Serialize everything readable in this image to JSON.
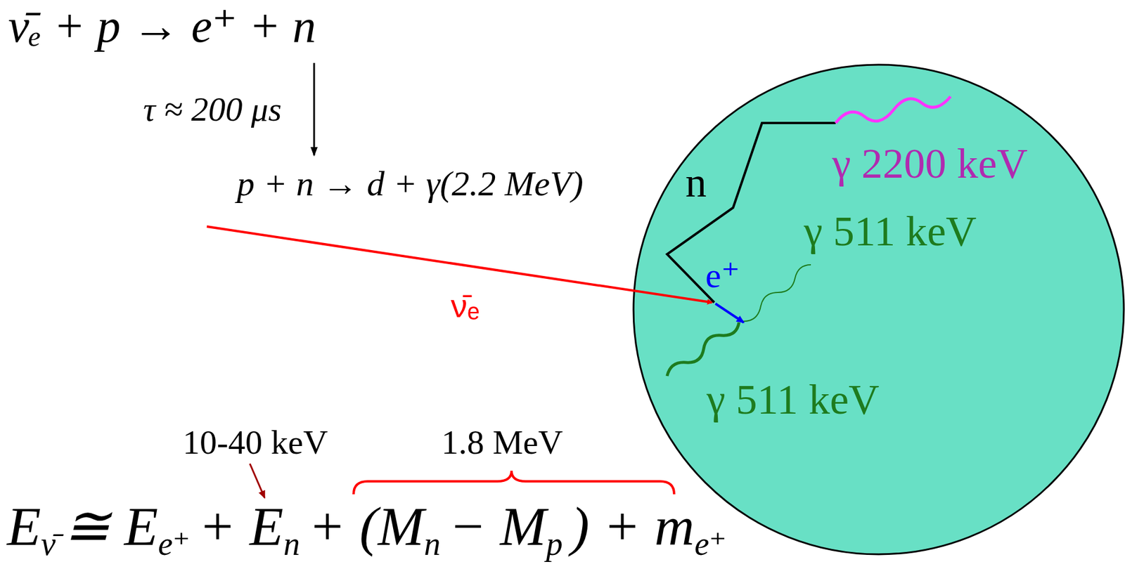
{
  "diagram": {
    "nodes": [
      {
        "text": [
          "γ 2200 keV",
          "n",
          "γ 511 keV",
          "e⁺",
          "γ 511 keV"
        ]
      }
    ],
    "labels": [
      "ν̄ₑ + p → e⁺ + n",
      "τ ≈ 200 μs",
      "p + n → d + γ(2.2 MeV)",
      "ν̄ₑ",
      "10-40 keV",
      "1.8 MeV",
      "E",
      "ν̄",
      "≅ E",
      "e⁺",
      "+ E",
      "n",
      "+ (M",
      "n",
      "− M",
      "p",
      ") + m",
      "e⁺"
    ]
  }
}
